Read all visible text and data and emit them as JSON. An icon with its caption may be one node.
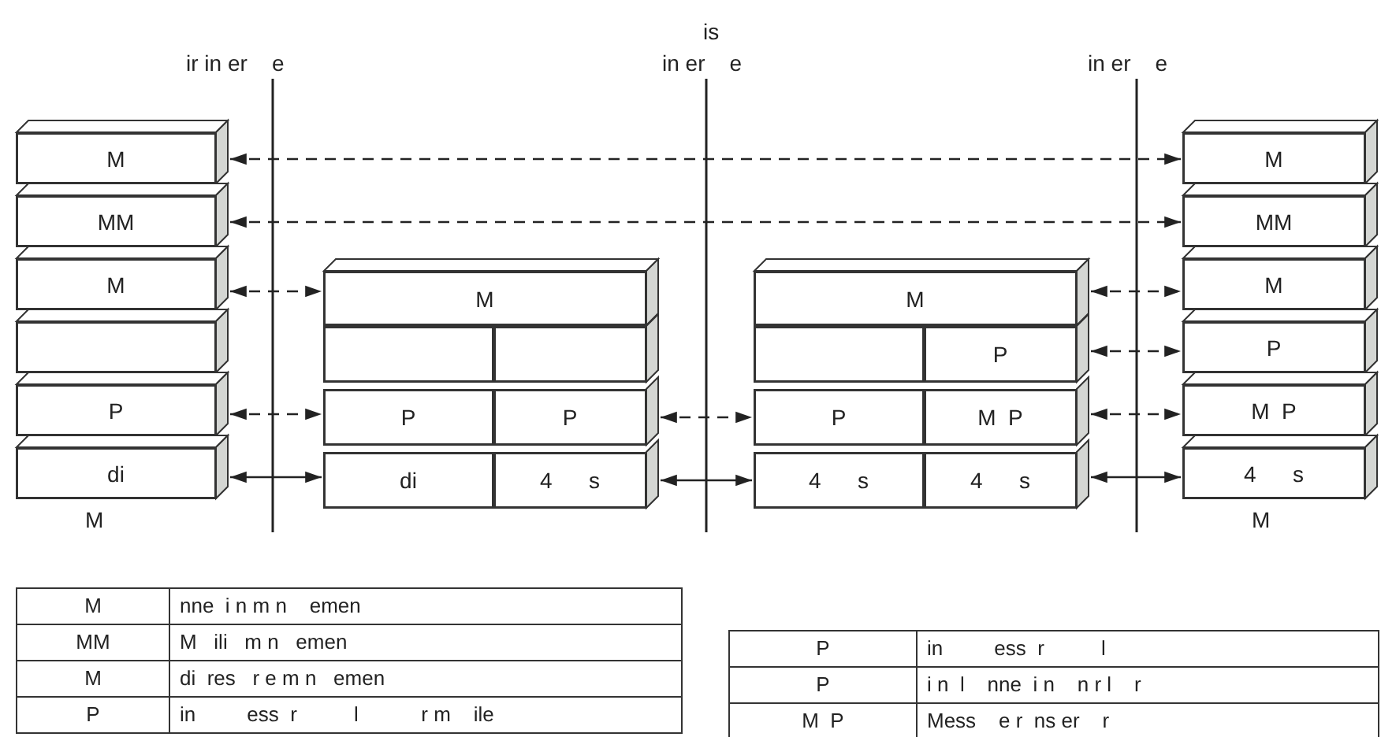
{
  "diagram": {
    "nodes": [
      {
        "text": [
          "M"
        ]
      },
      {
        "text": [
          "MM"
        ]
      },
      {
        "text": [
          "M"
        ]
      },
      {
        "text": [],
        "shape": "box"
      },
      {
        "text": [
          "P"
        ]
      },
      {
        "text": [
          "di"
        ],
        "beside": [
          "M"
        ]
      },
      {
        "text": [
          "M"
        ]
      },
      {
        "text": [],
        "shape": "box"
      },
      {
        "text": [],
        "shape": "box"
      },
      {
        "text": [
          "P"
        ]
      },
      {
        "text": [
          "P"
        ]
      },
      {
        "text": [
          "di"
        ]
      },
      {
        "text": [
          "4      s"
        ]
      },
      {
        "text": [
          "M"
        ]
      },
      {
        "text": [],
        "shape": "box"
      },
      {
        "text": [
          "P"
        ]
      },
      {
        "text": [
          "P"
        ]
      },
      {
        "text": [
          "M  P"
        ]
      },
      {
        "text": [
          "4      s"
        ]
      },
      {
        "text": [
          "4      s"
        ]
      },
      {
        "text": [
          "M"
        ]
      },
      {
        "text": [
          "MM"
        ]
      },
      {
        "text": [
          "M"
        ]
      },
      {
        "text": [
          "P"
        ]
      },
      {
        "text": [
          "M  P"
        ]
      },
      {
        "text": [
          "4      s"
        ],
        "beside": [
          "M"
        ]
      }
    ],
    "edges": [
      {
        "from": 0,
        "to": 20,
        "arrow": "both",
        "style": "dashed"
      },
      {
        "from": 1,
        "to": 21,
        "arrow": "both",
        "style": "dashed"
      },
      {
        "from": 2,
        "to": 6,
        "arrow": "both",
        "style": "dashed"
      },
      {
        "from": 13,
        "to": 22,
        "arrow": "both",
        "style": "dashed"
      },
      {
        "from": 15,
        "to": 23,
        "arrow": "both",
        "style": "dashed"
      },
      {
        "from": 4,
        "to": 9,
        "arrow": "both",
        "style": "dashed"
      },
      {
        "from": 10,
        "to": 16,
        "arrow": "both",
        "style": "dashed"
      },
      {
        "from": 17,
        "to": 24,
        "arrow": "both",
        "style": "dashed"
      },
      {
        "from": 5,
        "to": 11,
        "arrow": "both"
      },
      {
        "from": 12,
        "to": 18,
        "arrow": "both"
      },
      {
        "from": 19,
        "to": 25,
        "arrow": "both"
      }
    ],
    "labels": [
      "ir in er    e",
      "is",
      "in er    e",
      "in er    e",
      "M",
      "nne  i n m n    emen",
      "MM",
      "M   ili   m n   emen",
      "M",
      "di  res   r e m n   emen",
      "P",
      "in         ess  r          l           r m    ile",
      "P",
      "in         ess  r          l",
      "P",
      "i n  l    nne  i n    n r l    r",
      "M  P",
      "Mess    e r  ns er    r"
    ]
  }
}
